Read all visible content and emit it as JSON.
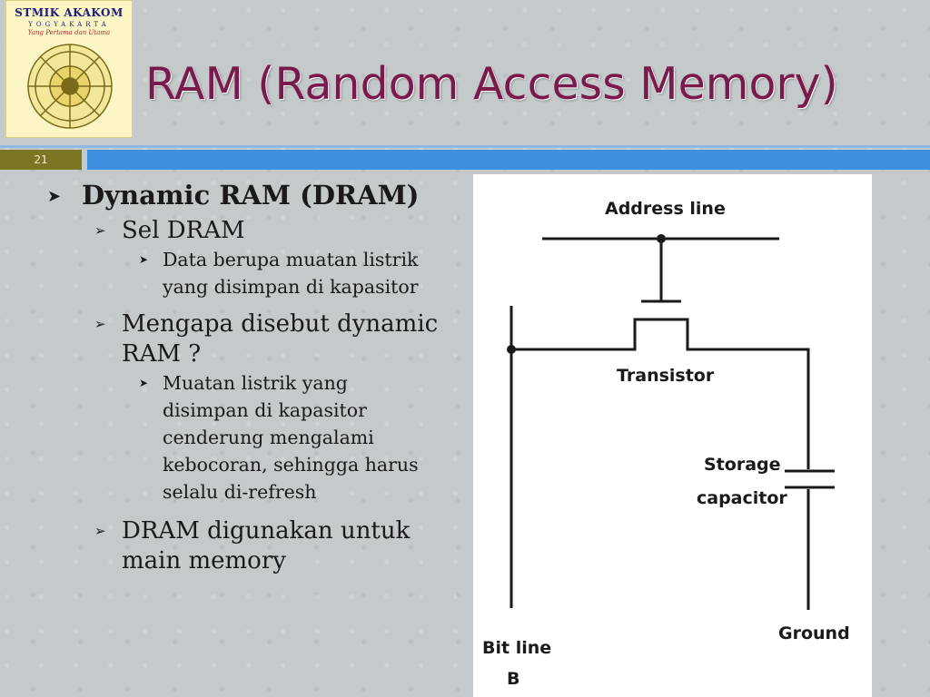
{
  "logo": {
    "title": "STMIK AKAKOM",
    "city": "YOGYAKARTA",
    "tagline": "Yang Pertama dan Utama"
  },
  "slide": {
    "title": "RAM (Random Access Memory)",
    "number": "21"
  },
  "content": {
    "heading": "Dynamic RAM (DRAM)",
    "item1": {
      "label": "Sel DRAM",
      "sub": [
        "Data berupa muatan listrik",
        "yang disimpan di kapasitor"
      ]
    },
    "item2": {
      "label": [
        "Mengapa disebut dynamic",
        "RAM ?"
      ],
      "sub": [
        "Muatan listrik yang",
        "disimpan di kapasitor",
        "cenderung mengalami",
        "kebocoran, sehingga harus",
        "selalu di-refresh"
      ]
    },
    "item3": {
      "label": [
        "DRAM digunakan untuk",
        "main memory"
      ]
    }
  },
  "diagram": {
    "address_line": "Address line",
    "transistor": "Transistor",
    "storage_capacitor": [
      "Storage",
      "capacitor"
    ],
    "ground": "Ground",
    "bit_line": [
      "Bit line",
      "B"
    ]
  },
  "colors": {
    "title": "#7a1a4a",
    "accent_bar": "#3d8fe0",
    "slide_number_bg": "#7c7622",
    "background": "#c4c9cc"
  }
}
